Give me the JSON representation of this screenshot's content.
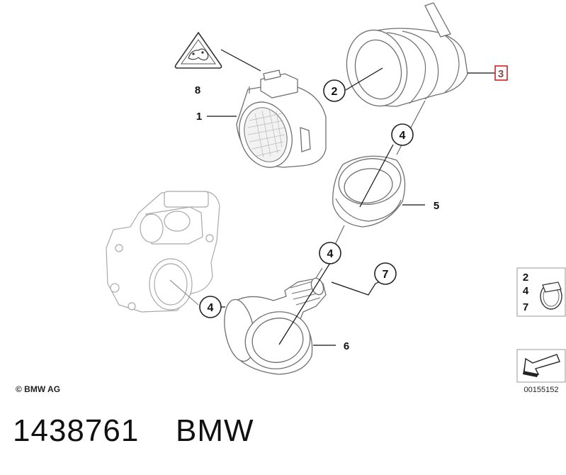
{
  "copyright": "© BMW AG",
  "drawing_number": "00155152",
  "footer": {
    "part_number": "1438761",
    "brand": "BMW"
  },
  "callouts": {
    "c1": "1",
    "c2": "2",
    "c3": "3",
    "c4a": "4",
    "c4b": "4",
    "c4c": "4",
    "c5": "5",
    "c6": "6",
    "c7": "7",
    "c8": "8"
  },
  "legend_numbers": {
    "n1": "2",
    "n2": "4",
    "n3": "7"
  },
  "highlight_color": "#d62020"
}
